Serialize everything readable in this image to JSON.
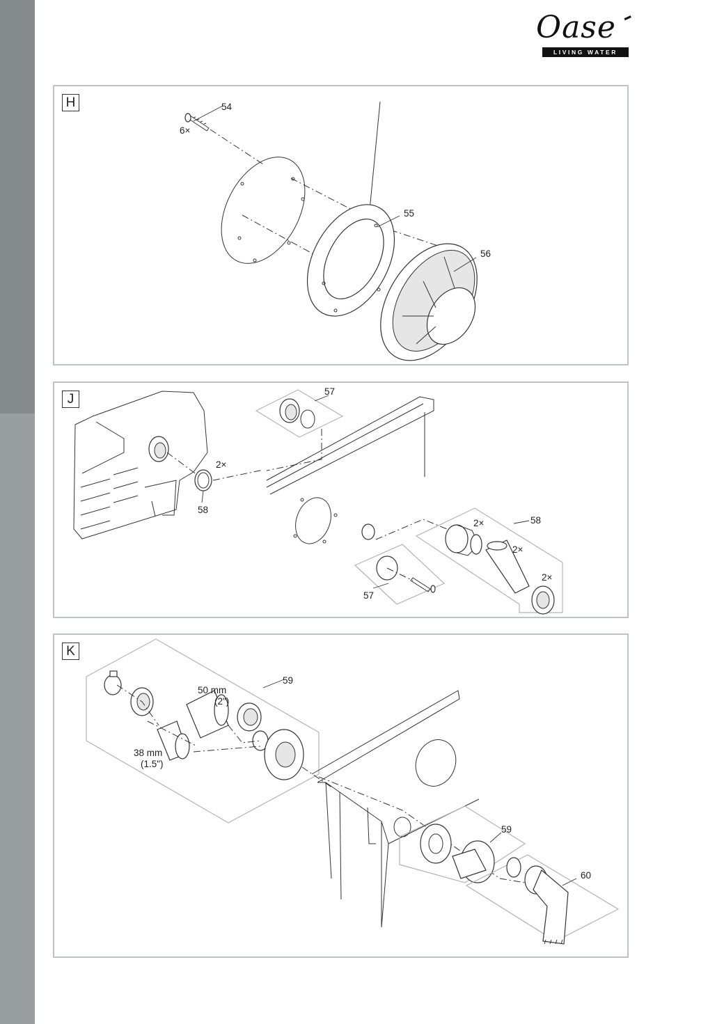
{
  "logo": {
    "word": "Oase",
    "tagline": "LIVING WATER"
  },
  "panels": {
    "H": {
      "letter": "H",
      "labels": {
        "p54": "54",
        "qty": "6×",
        "p55": "55",
        "p56": "56"
      }
    },
    "J": {
      "letter": "J",
      "labels": {
        "p57a": "57",
        "qty_a": "2×",
        "p58a": "58",
        "p58b": "58",
        "qty_b": "2×",
        "qty_c": "2×",
        "qty_d": "2×",
        "p57b": "57"
      }
    },
    "K": {
      "letter": "K",
      "labels": {
        "p59a": "59",
        "size_a": "50 mm",
        "size_a_in": "(2\")",
        "size_b": "38 mm",
        "size_b_in": "(1.5\")",
        "p59b": "59",
        "p60": "60"
      }
    }
  },
  "colors": {
    "stripe_top": "#858a8c",
    "stripe_bottom": "#999ea1",
    "frame": "#bfc3c5"
  }
}
